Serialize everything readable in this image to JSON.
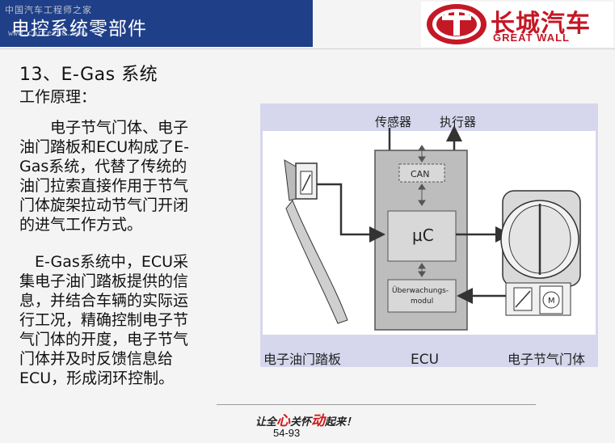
{
  "header": {
    "title": "电控系统零部件",
    "watermark_cn": "中国汽车工程师之家",
    "watermark_url": "www.cartech8.com"
  },
  "logo": {
    "brand_cn": "长城汽车",
    "brand_en": "GREAT WALL"
  },
  "section": {
    "title": "13、E-Gas 系统",
    "subtitle": "工作原理："
  },
  "paragraphs": [
    "　　电子节气门体、电子\n油门踏板和ECU构成了E-\nGas系统，代替了传统的\n油门拉索直接作用于节气\n门体旋架拉动节气门开闭\n的进气工作方式。",
    "　E-Gas系统中，ECU采\n集电子油门踏板提供的信\n息，并结合车辆的实际运\n行工况，精确控制电子节\n气门体的开度，电子节气\n门体并及时反馈信息给\nECU，形成闭环控制。"
  ],
  "diagram": {
    "label_sensor": "传感器",
    "label_actuator": "执行器",
    "label_can": "CAN",
    "label_uc": "µC",
    "label_monitor_line1": "Überwachungs-",
    "label_monitor_line2": "modul",
    "label_pedal": "电子油门踏板",
    "label_ecu": "ECU",
    "label_throttle": "电子节气门体",
    "label_motor": "M"
  },
  "footer": {
    "slogan_pre": "让全",
    "slogan_hl1": "心",
    "slogan_mid": "关怀",
    "slogan_hl2": "动",
    "slogan_post": "起来！",
    "page": "54-93"
  },
  "colors": {
    "header_blue": "#1f3f88",
    "brand_red": "#c41826",
    "diagram_bg": "#d6d7ed"
  }
}
